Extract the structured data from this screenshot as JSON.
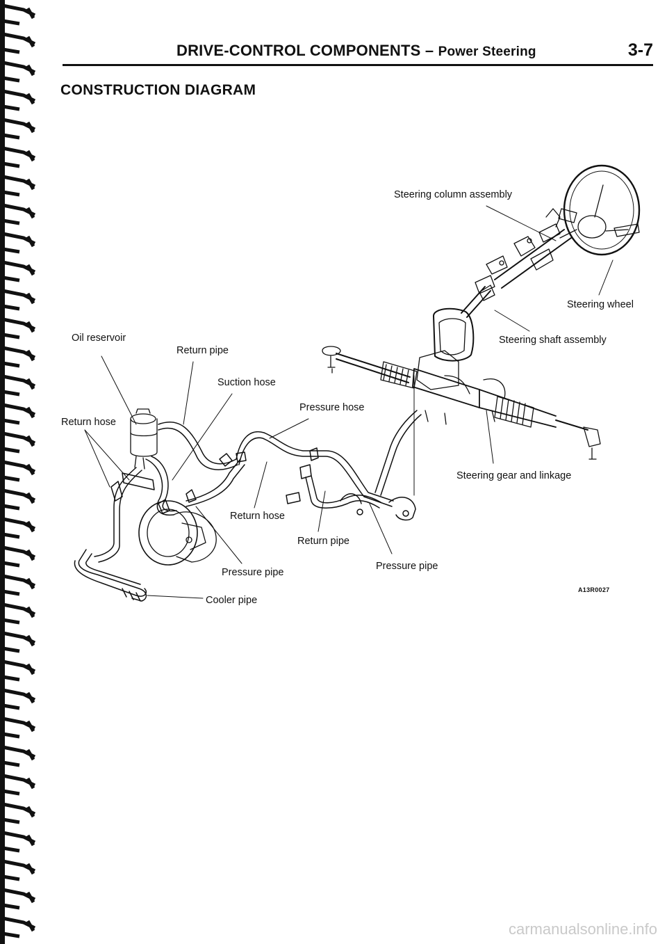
{
  "header": {
    "title_main": "DRIVE-CONTROL COMPONENTS",
    "title_sep": " – ",
    "title_sub": "Power Steering",
    "page_number": "3-7"
  },
  "section_title": "CONSTRUCTION DIAGRAM",
  "labels": {
    "steering_column_assembly": "Steering column assembly",
    "steering_wheel": "Steering wheel",
    "steering_shaft_assembly": "Steering shaft assembly",
    "oil_reservoir": "Oil reservoir",
    "return_pipe_top": "Return pipe",
    "suction_hose": "Suction hose",
    "pressure_hose": "Pressure hose",
    "return_hose_left": "Return hose",
    "steering_gear_and_linkage": "Steering gear and linkage",
    "return_hose_mid": "Return hose",
    "return_pipe_bottom": "Return pipe",
    "pressure_pipe_left": "Pressure pipe",
    "pressure_pipe_right": "Pressure pipe",
    "cooler_pipe": "Cooler pipe"
  },
  "figure_code": "A13R0027",
  "watermark": "carmanualsonline.info"
}
